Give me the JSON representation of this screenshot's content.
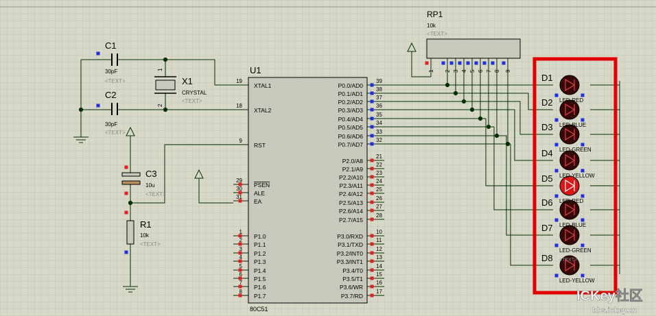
{
  "colors": {
    "background": "#d8d8c8",
    "grid": "#c4c4b2",
    "wire": "#003000",
    "component_body": "#c8c8bc",
    "component_outline": "#000000",
    "pin_square_red": "#e02020",
    "pin_square_blue": "#2030e0",
    "highlight_box": "#e00000",
    "led_off": "#380808",
    "led_on": "#d81818",
    "placeholder_text": "#8a8a8a"
  },
  "placeholder": "<TEXT>",
  "components": {
    "c1": {
      "ref": "C1",
      "value": "30pF"
    },
    "c2": {
      "ref": "C2",
      "value": "30pF"
    },
    "x1": {
      "ref": "X1",
      "value": "CRYSTAL",
      "pin1": "1",
      "pin2": "2"
    },
    "c3": {
      "ref": "C3",
      "value": "10u"
    },
    "r1": {
      "ref": "R1",
      "value": "10k"
    },
    "rp1": {
      "ref": "RP1",
      "value": "10k",
      "pins": [
        "1",
        "2",
        "3",
        "4",
        "5",
        "6",
        "7",
        "8",
        "9"
      ]
    },
    "u1": {
      "ref": "U1",
      "part": "80C51",
      "left_pins": [
        {
          "num": "19",
          "name": "XTAL1"
        },
        {
          "num": "18",
          "name": "XTAL2"
        },
        {
          "num": "9",
          "name": "RST"
        },
        {
          "num": "29",
          "name": "PSEN"
        },
        {
          "num": "30",
          "name": "ALE"
        },
        {
          "num": "31",
          "name": "EA"
        },
        {
          "num": "1",
          "name": "P1.0"
        },
        {
          "num": "2",
          "name": "P1.1"
        },
        {
          "num": "3",
          "name": "P1.2"
        },
        {
          "num": "4",
          "name": "P1.3"
        },
        {
          "num": "5",
          "name": "P1.4"
        },
        {
          "num": "6",
          "name": "P1.5"
        },
        {
          "num": "7",
          "name": "P1.6"
        },
        {
          "num": "8",
          "name": "P1.7"
        }
      ],
      "right_pins": [
        {
          "num": "39",
          "name": "P0.0/AD0"
        },
        {
          "num": "38",
          "name": "P0.1/AD1"
        },
        {
          "num": "37",
          "name": "P0.2/AD2"
        },
        {
          "num": "36",
          "name": "P0.3/AD3"
        },
        {
          "num": "35",
          "name": "P0.4/AD4"
        },
        {
          "num": "34",
          "name": "P0.5/AD5"
        },
        {
          "num": "33",
          "name": "P0.6/AD6"
        },
        {
          "num": "32",
          "name": "P0.7/AD7"
        },
        {
          "num": "21",
          "name": "P2.0/A8"
        },
        {
          "num": "22",
          "name": "P2.1/A9"
        },
        {
          "num": "23",
          "name": "P2.2/A10"
        },
        {
          "num": "24",
          "name": "P2.3/A11"
        },
        {
          "num": "25",
          "name": "P2.4/A12"
        },
        {
          "num": "26",
          "name": "P2.5/A13"
        },
        {
          "num": "27",
          "name": "P2.6/A14"
        },
        {
          "num": "28",
          "name": "P2.7/A15"
        },
        {
          "num": "10",
          "name": "P3.0/RXD"
        },
        {
          "num": "11",
          "name": "P3.1/TXD"
        },
        {
          "num": "12",
          "name": "P3.2/INT0"
        },
        {
          "num": "13",
          "name": "P3.3/INT1"
        },
        {
          "num": "14",
          "name": "P3.4/T0"
        },
        {
          "num": "15",
          "name": "P3.5/T1"
        },
        {
          "num": "16",
          "name": "P3.6/WR"
        },
        {
          "num": "17",
          "name": "P3.7/RD"
        }
      ]
    },
    "leds": [
      {
        "ref": "D1",
        "type": "LED-RED",
        "on": false
      },
      {
        "ref": "D2",
        "type": "LED-BLUE",
        "on": false
      },
      {
        "ref": "D3",
        "type": "LED-GREEN",
        "on": false
      },
      {
        "ref": "D4",
        "type": "LED-YELLOW",
        "on": false
      },
      {
        "ref": "D5",
        "type": "LED-RED",
        "on": true
      },
      {
        "ref": "D6",
        "type": "LED-BLUE",
        "on": false
      },
      {
        "ref": "D7",
        "type": "LED-GREEN",
        "on": false
      },
      {
        "ref": "D8",
        "type": "LED-YELLOW",
        "on": false
      }
    ]
  },
  "watermark": {
    "main": "ICKey社区",
    "sub": "bbs.ickey.cn"
  }
}
